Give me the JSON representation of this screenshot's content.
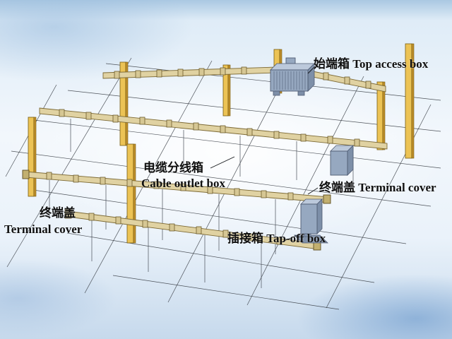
{
  "figure": {
    "description": "Isometric installation diagram of a busbar trunking cable distribution system"
  },
  "labels": {
    "top_access_box": {
      "zh": "始端箱",
      "en": "Top access box"
    },
    "cable_outlet_box": {
      "zh": "电缆分线箱",
      "en": "Cable outlet box"
    },
    "terminal_cover_right": {
      "zh": "终端盖",
      "en": "Terminal cover"
    },
    "terminal_cover_left": {
      "zh": "终端盖",
      "en": "Terminal cover"
    },
    "tap_off_box": {
      "zh": "插接箱",
      "en": "Tap-off box"
    }
  },
  "colors": {
    "bg-top": "#d8e7f4",
    "bg-bottom": "#b9d2e8",
    "line": "#33383f",
    "column-yellow": "#ecc355",
    "column-shade": "#c08f2a",
    "busway-tan": "#e0d2a2",
    "busway-edge": "#7d6a35",
    "clamp-fill": "#d6c794",
    "clamp-edge": "#6c5b2a",
    "box-blue": "#96a8c0",
    "box-blue-light": "#bcc9db",
    "box-blue-dark": "#7d8fa8",
    "label-text": "#101010"
  }
}
